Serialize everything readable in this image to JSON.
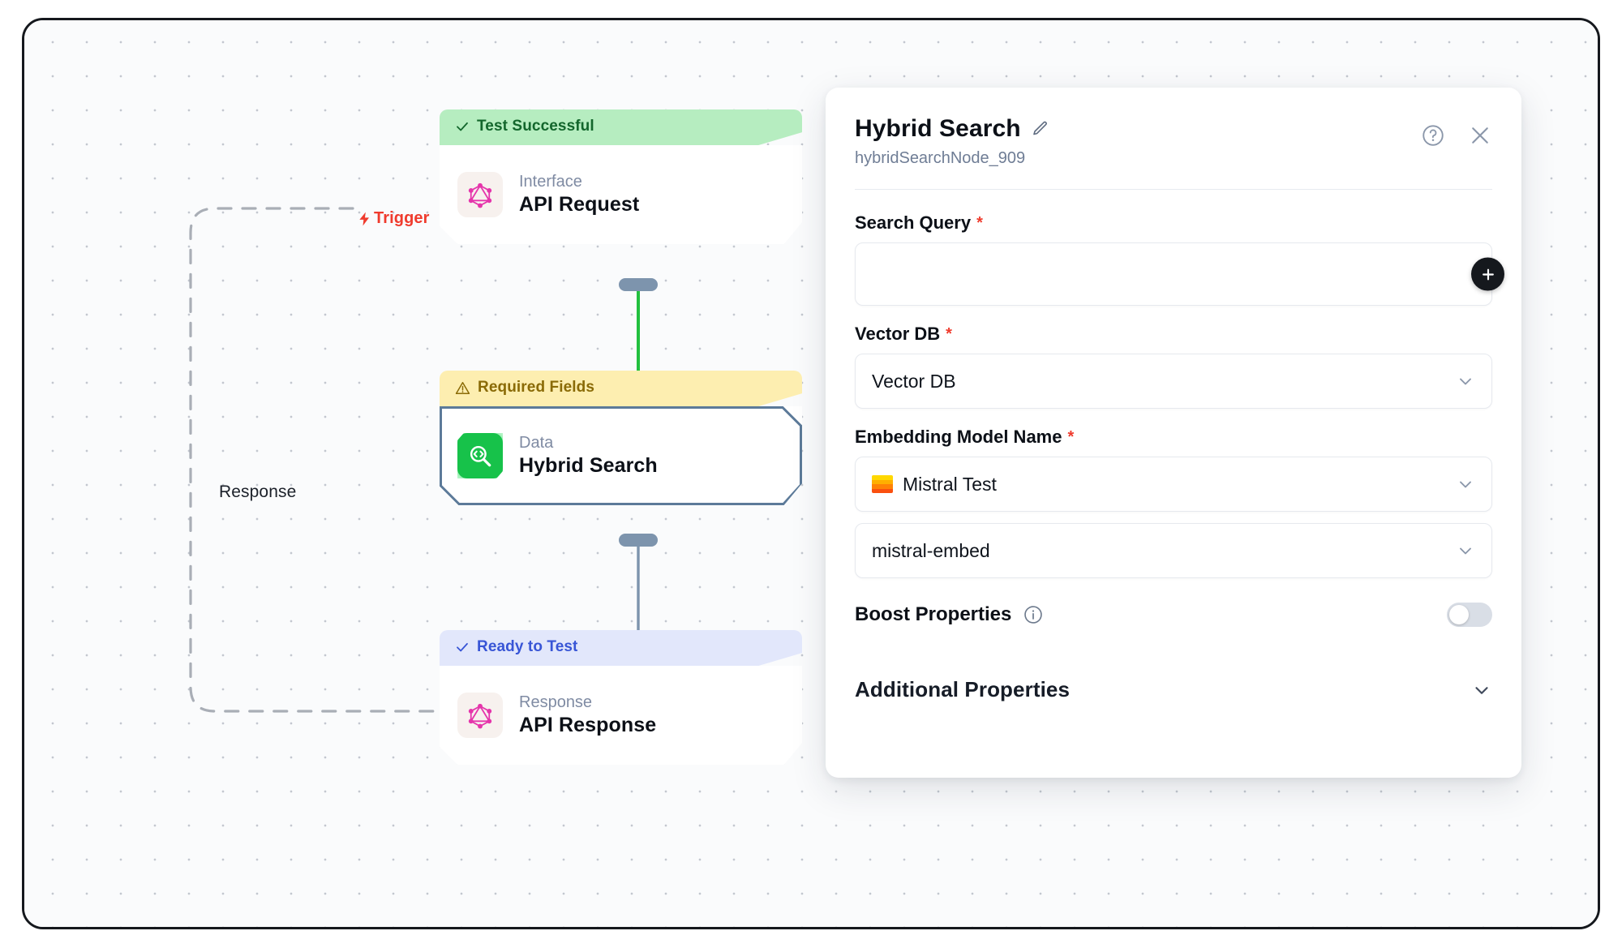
{
  "canvas": {
    "trigger_label": "Trigger",
    "trigger_icon": "lightning-bolt-icon",
    "trigger_color": "#ef3b2d",
    "response_label": "Response",
    "grid": "dotted"
  },
  "nodes": [
    {
      "status_badge": "Test Successful",
      "status_icon": "check-icon",
      "status_color": "#13662c",
      "kind": "Interface",
      "title": "API Request",
      "icon": "graphql-icon",
      "selected": false
    },
    {
      "status_badge": "Required Fields",
      "status_icon": "warning-triangle-icon",
      "status_color": "#8a6a06",
      "kind": "Data",
      "title": "Hybrid Search",
      "icon": "code-search-icon",
      "selected": true
    },
    {
      "status_badge": "Ready to Test",
      "status_icon": "check-icon",
      "status_color": "#3855d6",
      "kind": "Response",
      "title": "API Response",
      "icon": "graphql-icon",
      "selected": false
    }
  ],
  "edges": [
    {
      "from": "API Request",
      "to": "Hybrid Search",
      "color": "#22c03f"
    },
    {
      "from": "Hybrid Search",
      "to": "API Response",
      "color": "#7d94ad"
    }
  ],
  "panel": {
    "title": "Hybrid Search",
    "edit_icon": "pencil-icon",
    "node_id": "hybridSearchNode_909",
    "help_icon": "question-circle-icon",
    "close_icon": "close-icon",
    "fields": {
      "search_query": {
        "label": "Search Query",
        "required": "*",
        "value": "",
        "placeholder": "",
        "add_icon": "plus-icon"
      },
      "vector_db": {
        "label": "Vector DB",
        "required": "*",
        "value": "Vector DB",
        "chevron": "chevron-down-icon"
      },
      "embedding_model_name": {
        "label": "Embedding Model Name",
        "required": "*",
        "provider_value": "Mistral Test",
        "provider_icon": "mistral-logo-icon",
        "model_value": "mistral-embed",
        "chevron": "chevron-down-icon"
      },
      "boost_properties": {
        "label": "Boost Properties",
        "info_icon": "info-circle-icon",
        "toggle_state": "off"
      },
      "additional_properties": {
        "label": "Additional Properties",
        "chevron": "chevron-down-icon",
        "expanded": "false"
      }
    }
  }
}
